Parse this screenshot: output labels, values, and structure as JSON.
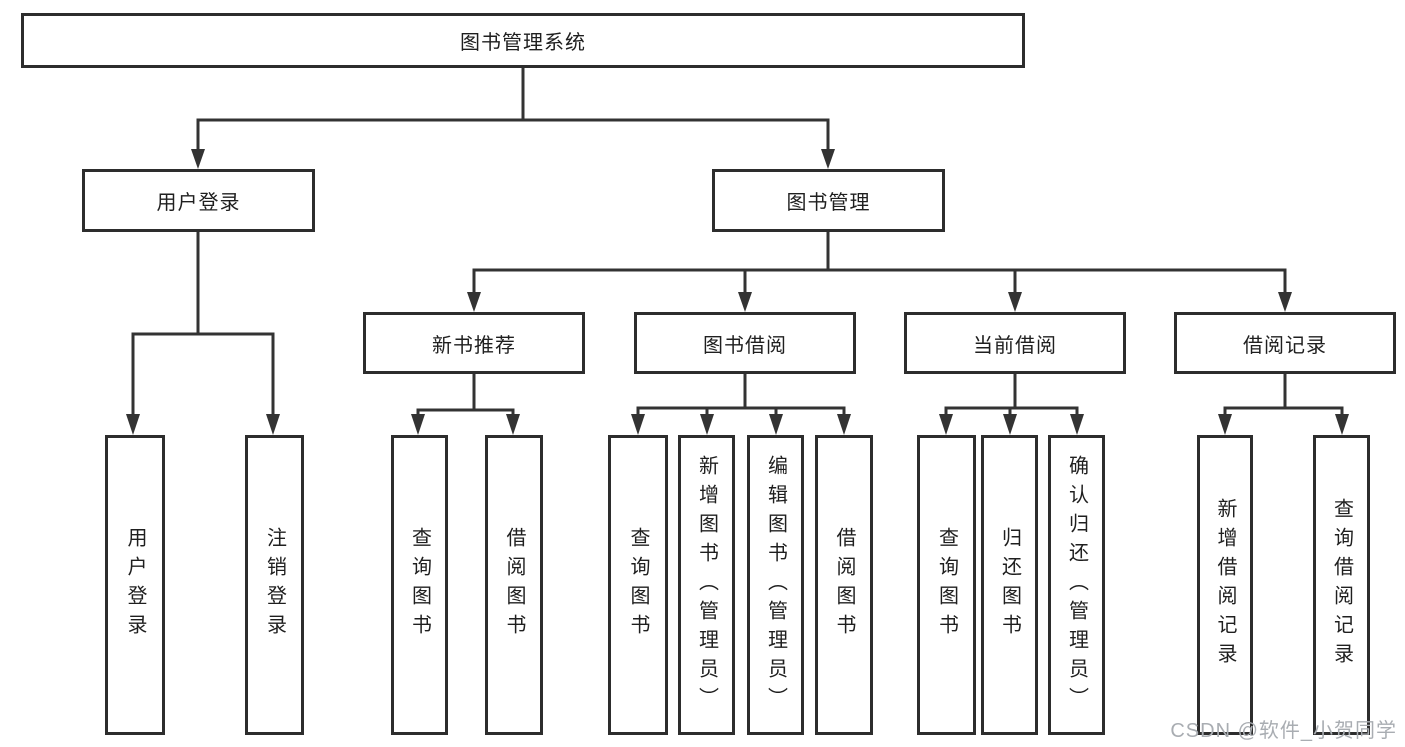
{
  "nodes": {
    "root": "图书管理系统",
    "user_login_branch": "用户登录",
    "book_mgmt_branch": "图书管理",
    "new_book_rec": "新书推荐",
    "book_borrow": "图书借阅",
    "current_borrow": "当前借阅",
    "borrow_record": "借阅记录",
    "leaves_user": [
      "用户登录",
      "注销登录"
    ],
    "leaves_new_book": [
      "查询图书",
      "借阅图书"
    ],
    "leaves_borrow": [
      "查询图书",
      "新增图书（管理员）",
      "编辑图书（管理员）",
      "借阅图书"
    ],
    "leaves_current": [
      "查询图书",
      "归还图书",
      "确认归还（管理员）"
    ],
    "leaves_record": [
      "新增借阅记录",
      "查询借阅记录"
    ]
  },
  "watermark": "CSDN @软件_小贺同学",
  "colors": {
    "line": "#333333",
    "box_border": "#2d2d2d",
    "text": "#1f1f1f",
    "watermark": "#a9adb2",
    "background": "#ffffff"
  }
}
